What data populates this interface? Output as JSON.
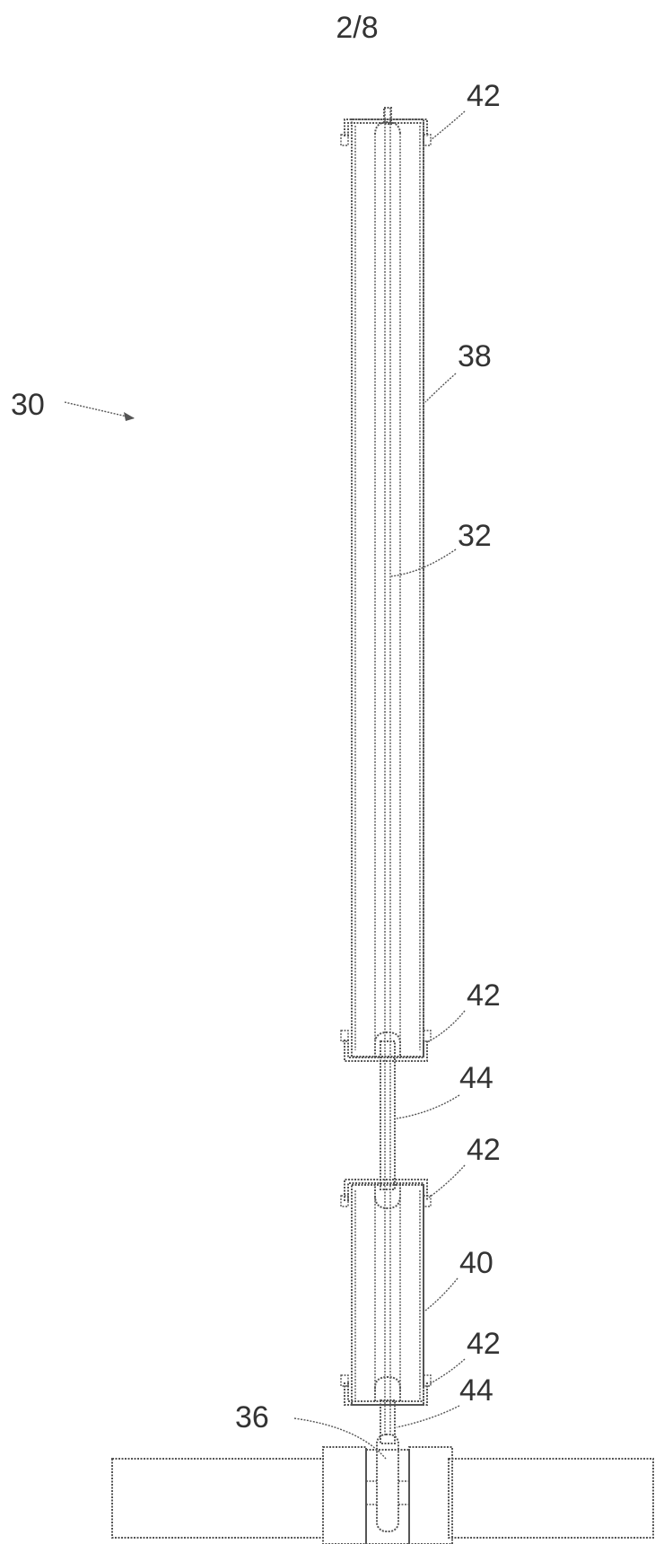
{
  "sheet_label": "2/8",
  "labels": {
    "assembly": "30",
    "upper_cap_top": "42",
    "upper_membrane": "38",
    "shaft": "32",
    "upper_cap_bottom": "42",
    "connector_upper": "44",
    "lower_cap_top": "42",
    "lower_membrane": "40",
    "lower_cap_bottom": "42",
    "connector_lower": "44",
    "hub": "36"
  }
}
